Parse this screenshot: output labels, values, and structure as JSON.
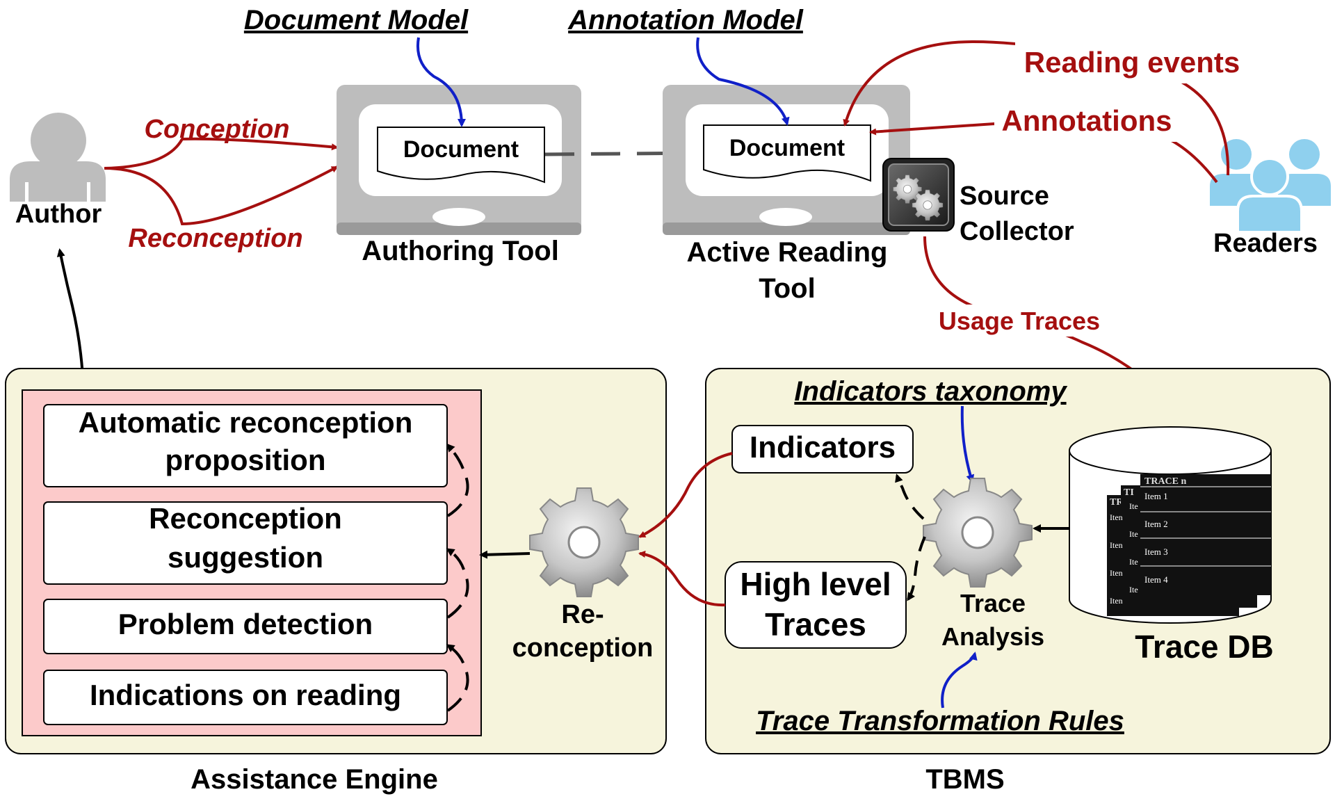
{
  "labels": {
    "document_model": "Document Model",
    "annotation_model": "Annotation Model",
    "reading_events": "Reading events",
    "annotations": "Annotations",
    "conception": "Conception",
    "reconception": "Reconception",
    "author": "Author",
    "authoring_tool": "Authoring Tool",
    "document_1": "Document",
    "document_2": "Document",
    "active_reading_tool_line1": "Active Reading",
    "active_reading_tool_line2": "Tool",
    "source_collector_line1": "Source",
    "source_collector_line2": "Collector",
    "readers": "Readers",
    "usage_traces": "Usage Traces",
    "indicators_taxonomy": "Indicators taxonomy",
    "indicators": "Indicators",
    "high_level_traces_line1": "High level",
    "high_level_traces_line2": "Traces",
    "trace_analysis_line1": "Trace",
    "trace_analysis_line2": "Analysis",
    "trace_transformation_rules": "Trace Transformation Rules",
    "trace_db": "Trace DB",
    "reconception_gear_line1": "Re-",
    "reconception_gear_line2": "conception",
    "assistance_engine": "Assistance Engine",
    "tbms": "TBMS"
  },
  "assistance_items": [
    {
      "line1": "Automatic reconception",
      "line2": "proposition"
    },
    {
      "line1": "Reconception",
      "line2": "suggestion"
    },
    {
      "line1": "Problem detection",
      "line2": ""
    },
    {
      "line1": "Indications on reading",
      "line2": ""
    }
  ],
  "trace_sheets": {
    "title_front": "TRACE n",
    "title_mid": "TI",
    "title_back": "TR",
    "items": [
      "Item 1",
      "Item 2",
      "Item 3",
      "Item 4"
    ],
    "back_items": [
      "Ite",
      "Iten",
      "Ite",
      "Iten",
      "Ite",
      "Iten",
      "Ite",
      "Iten"
    ]
  },
  "colors": {
    "dark_red": "#a50f0f",
    "blue": "#1020c8",
    "panel_bg": "#f6f4dc",
    "list_bg": "#fccaca",
    "device_gray": "#bdbdbd",
    "person_blue": "#8fd0ee"
  },
  "icons": [
    "user-icon",
    "readers-icon",
    "gear-icon",
    "cylinder-db-icon",
    "tablet-icon"
  ]
}
